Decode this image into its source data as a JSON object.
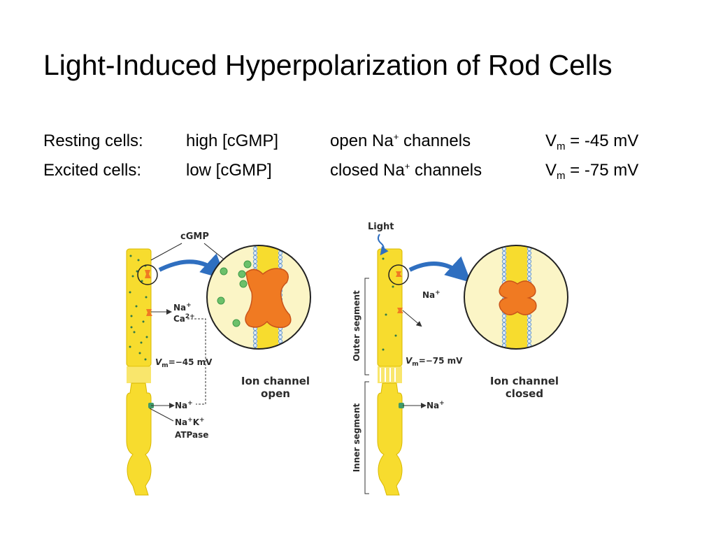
{
  "title": "Light-Induced Hyperpolarization of Rod Cells",
  "comparison": [
    {
      "state": "Resting cells:",
      "cgmp": "high [cGMP]",
      "channels_prefix": "open Na",
      "channels_suffix": " channels",
      "vm_value": " = -45 mV"
    },
    {
      "state": "Excited cells:",
      "cgmp": "low [cGMP]",
      "channels_prefix": "closed Na",
      "channels_suffix": " channels",
      "vm_value": " = -75 mV"
    }
  ],
  "symbols": {
    "plus": "+",
    "v": "V",
    "m": "m"
  },
  "left_panel": {
    "cgmp": "cGMP",
    "na": "Na",
    "ca": "Ca",
    "ca_charge": "2+",
    "vm": "V",
    "vm_sub": "m",
    "vm_value": "=−45 mV",
    "na_bottom": "Na",
    "atpase_line1": "Na",
    "atpase_k": "K",
    "atpase_line2": "ATPase",
    "caption_line1": "Ion channel",
    "caption_line2": "open"
  },
  "right_panel": {
    "light": "Light",
    "na": "Na",
    "vm": "V",
    "vm_sub": "m",
    "vm_value": "=−75 mV",
    "na_bottom": "Na",
    "outer_segment": "Outer segment",
    "inner_segment": "Inner segment",
    "caption_line1": "Ion channel",
    "caption_line2": "closed"
  },
  "colors": {
    "rod": "#f7dc2e",
    "rod_outline": "#d9b800",
    "channel": "#f07a22",
    "channel_dark": "#c9541a",
    "cgmp": "#6cc06a",
    "arrow": "#2f6fc0",
    "atpase": "#3f9a6a",
    "membrane": "#6a9bd0",
    "circle_fill": "#fbf5c6"
  }
}
